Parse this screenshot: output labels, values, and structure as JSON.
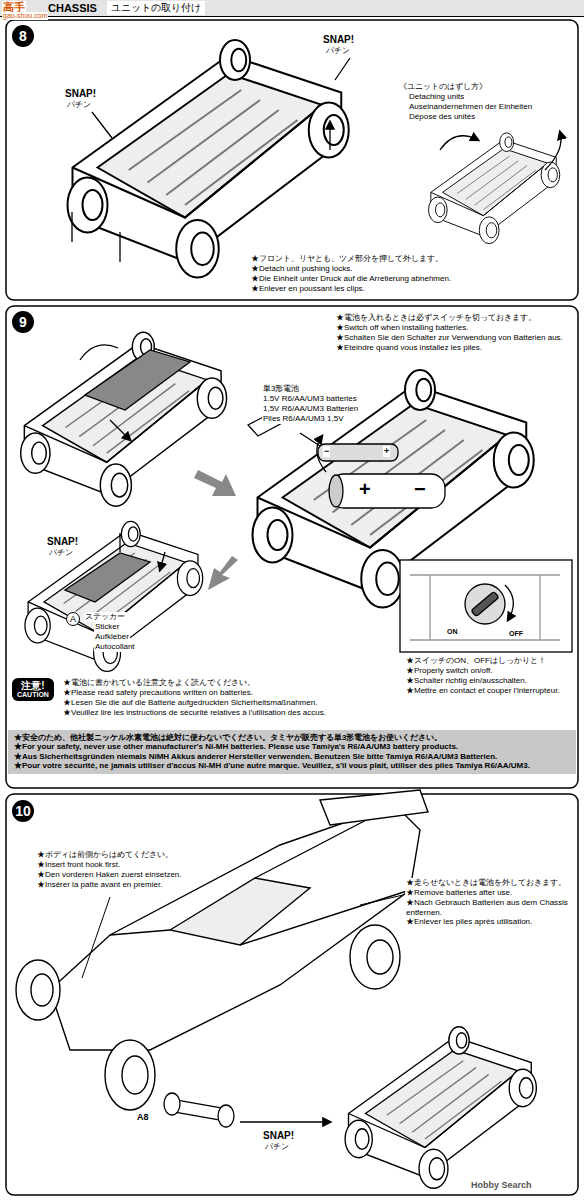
{
  "diagram": {
    "nodes": [
      {
        "text": [
          "CHASSIS",
          "ユニットの取り付け"
        ]
      },
      {
        "text": [
          "8"
        ]
      },
      {
        "text": [
          "9"
        ]
      },
      {
        "text": [
          "A"
        ]
      },
      {
        "text": [
          "注意!",
          "CAUTION"
        ]
      },
      {
        "text": [
          "★安全のため、他社製ニッケル水素電池は絶対に使わないでください。タミヤが販売する単3形電池をお使いください。",
          "★For your safety, never use other manufacturer's Ni-MH batteries. Please use Tamiya's R6/AA/UM3 battery products.",
          "★Aus Sicherheitsgründen niemals NiMH Akkus anderer Hersteller verwenden. Benutzen Sie bitte Tamiya R6/AA/UM3 Batterien.",
          "★Pour votre sécurité, ne jamais utiliser d'accus Ni-MH d'une autre marque. Veuillez, s'il vous plait, utiliser des piles Tamiya R6/AA/UM3."
        ]
      },
      {
        "text": [
          "10"
        ]
      }
    ],
    "labels": [
      "高手",
      "gao-shou.com",
      "SNAP!",
      "パチン",
      "SNAP!",
      "パチン",
      "《ユニットのはずし方》",
      "Detaching units",
      "Auseinandernehmen der Einheiten",
      "Dépose des unités",
      "★フロント、リヤとも、ツメ部分を押して外します。",
      "★Detach unit pushing locks.",
      "★Die Einheit unter Druck auf die Arretierung abnehmen.",
      "★Enlever en poussant les clips.",
      "★電池を入れるときは必ずスイッチを切っておきます。",
      "★Switch off when installing batteries.",
      "★Schalten Sie den Schalter zur Verwendung von Batterien aus.",
      "★Eteindre quand vous installez les piles.",
      "単3形電池",
      "1.5V R6/AA/UM3 batteries",
      "1,5V R6/AA/UM3 Batterien",
      "Piles R6/AA/UM3 1,5V",
      "−",
      "+",
      "+",
      "−",
      "SNAP!",
      "パチン",
      "ステッカー",
      "Sticker",
      "Aufkleber",
      "Autocollant",
      "ON",
      "OFF",
      "★スイッチのON、OFFはしっかりと！",
      "★Properly switch on/off.",
      "★Schalter richtig ein/ausschalten.",
      "★Mettre en contact et couper l'interrupteur.",
      "★電池に書かれている注意文をよく読んでください。",
      "★Please read safety precautions written on batteries.",
      "★Lesen Sie die auf die Batterie aufgedruckten Sicherheitsmaßnahmen.",
      "★Veuillez lire les instructions de sécurité relatives à l'utilisation des accus.",
      "★ボディは前側からはめてください。",
      "★Insert front hook first.",
      "★Den vorderen Haken zuerst einsetzen.",
      "★Insérer la patte avant en premier.",
      "★走らせないときは電池を外しておきます。",
      "★Remove batteries after use.",
      "★Nach Gebrauch Batterien aus dem Chassis entfernen.",
      "★Enlever les piles après utilisation.",
      "A8",
      "SNAP!",
      "パチン",
      "Hobby Search"
    ]
  }
}
